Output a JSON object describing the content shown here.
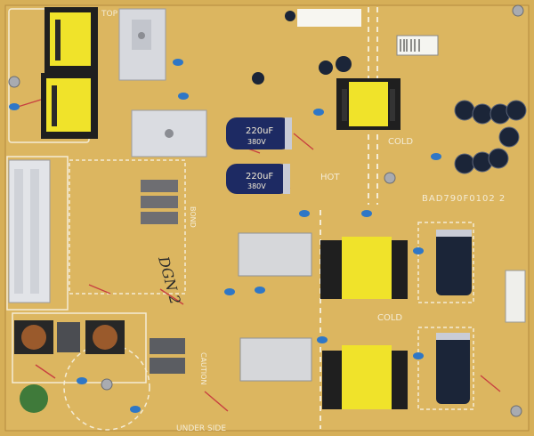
{
  "board": {
    "part_number": "BAD790F0102 2",
    "silkscreen_top": "TOP",
    "silkscreen_bottom": "UNDER SIDE",
    "zone_hot": "HOT",
    "zone_cold_top": "COLD",
    "zone_cold_bottom": "COLD",
    "caution": "CAUTION",
    "bond": "BOND",
    "handwritten_mark": "DGN 2"
  },
  "capacitors": {
    "bulk_top": "220uF",
    "bulk_bottom": "220uF",
    "voltage": "380V"
  },
  "colors": {
    "pcb": "#d8b25a",
    "transformer": "#f2e62a",
    "capacitor": "#1d2a63",
    "heatsink": "#d9dbe0",
    "trace_red": "#c84040"
  }
}
